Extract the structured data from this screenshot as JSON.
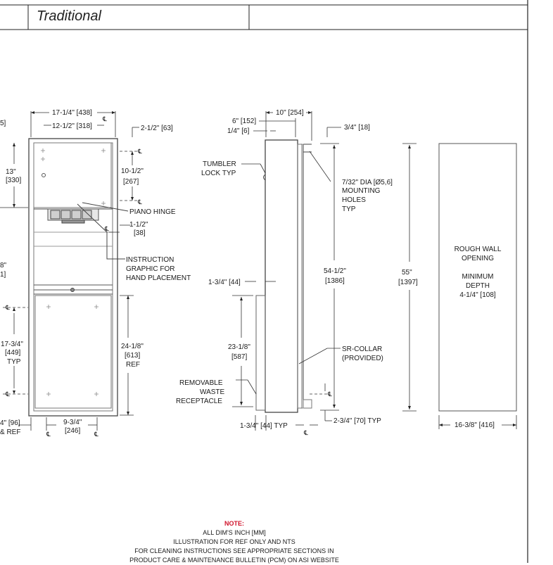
{
  "header": {
    "style_label": "Traditional"
  },
  "front_view": {
    "width_overall": "17-1/4\" [438]",
    "width_inner": "12-1/2\" [318]",
    "top_offset": "2-1/2\" [63]",
    "upper_door_height": [
      "13\"",
      "[330]"
    ],
    "hole_spacing": [
      "10-1/2\"",
      "[267]"
    ],
    "piano_hinge": "PIANO HINGE",
    "step_dim": [
      "1-1/2\"",
      "[38]"
    ],
    "instruction_graphic": [
      "INSTRUCTION",
      "GRAPHIC FOR",
      "HAND PLACEMENT"
    ],
    "lower_hole_spacing": [
      "17-3/4\"",
      "[449]",
      "TYP"
    ],
    "lower_height": [
      "24-1/8\"",
      "[613]",
      "REF"
    ],
    "bottom_width": [
      "9-3/4\"",
      "[246]"
    ],
    "left_partial_top": "5]",
    "left_partial_mid": [
      "8\"",
      "1]"
    ],
    "left_partial_bottom": [
      "4\" [96]",
      "& REF"
    ]
  },
  "side_view": {
    "depth_overall": "10\" [254]",
    "dim_6": "6\" [152]",
    "dim_quarter": "1/4\" [6]",
    "dim_three_quarter": "3/4\" [18]",
    "tumbler_lock": [
      "TUMBLER",
      "LOCK TYP"
    ],
    "mounting_holes": [
      "7/32\" DIA [Ø5,6]",
      "MOUNTING",
      "HOLES",
      "TYP"
    ],
    "height_total": [
      "54-1/2\"",
      "[1386]"
    ],
    "dim_1_75_mid": "1-3/4\" [44]",
    "receptacle_height": [
      "23-1/8\"",
      "[587]"
    ],
    "sr_collar": [
      "SR-COLLAR",
      "(PROVIDED)"
    ],
    "removable_waste": [
      "REMOVABLE",
      "WASTE",
      "RECEPTACLE"
    ],
    "dim_1_75_bottom": "1-3/4\" [44] TYP",
    "dim_2_75_bottom": "2-3/4\" [70] TYP"
  },
  "rough_opening": {
    "height": [
      "55\"",
      "[1397]"
    ],
    "label": [
      "ROUGH WALL",
      "OPENING",
      "",
      "MINIMUM",
      "DEPTH",
      "4-1/4\" [108]"
    ],
    "width": "16-3/8\" [416]"
  },
  "centerline_symbol": "℄",
  "notes": {
    "title": "NOTE:",
    "lines": [
      "ALL DIM'S INCH [MM]",
      "ILLUSTRATION FOR REF ONLY AND NTS",
      "FOR CLEANING INSTRUCTIONS SEE APPROPRIATE SECTIONS IN",
      "PRODUCT CARE & MAINTENANCE BULLETIN (PCM) ON ASI WEBSITE"
    ]
  }
}
